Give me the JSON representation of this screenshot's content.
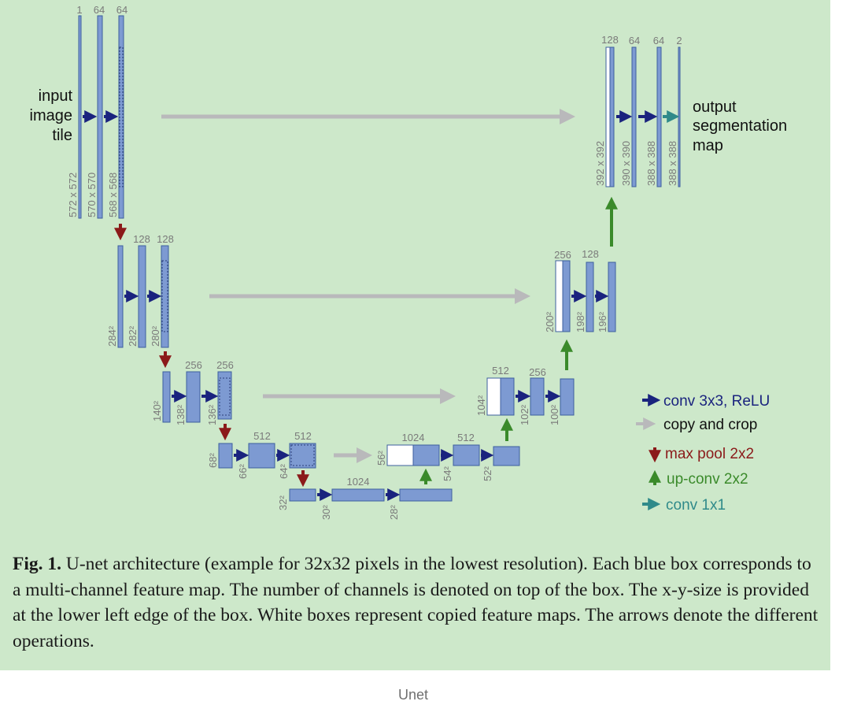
{
  "colors": {
    "panel": "#cde8ca",
    "box_fill": "#7d9ad2",
    "box_stroke": "#3d5f9f",
    "conv": "#1a237e",
    "copy": "#b9b9bb",
    "pool": "#8b1a1a",
    "upconv": "#3a8a2a",
    "conv1x1": "#2f8a8a",
    "label_gray": "#7a7a7a"
  },
  "input_label": [
    "input",
    "image",
    "tile"
  ],
  "output_label": [
    "output",
    "segmentation",
    "map"
  ],
  "channel_labels": [
    {
      "text": "1"
    },
    {
      "text": "64"
    },
    {
      "text": "64"
    },
    {
      "text": "128"
    },
    {
      "text": "128"
    },
    {
      "text": "256"
    },
    {
      "text": "256"
    },
    {
      "text": "512"
    },
    {
      "text": "512"
    },
    {
      "text": "1024"
    },
    {
      "text": "1024"
    },
    {
      "text": "512"
    },
    {
      "text": "512"
    },
    {
      "text": "256"
    },
    {
      "text": "256"
    },
    {
      "text": "128"
    },
    {
      "text": "128"
    },
    {
      "text": "64"
    },
    {
      "text": "64"
    },
    {
      "text": "2"
    }
  ],
  "size_labels": [
    {
      "text": "572 x 572"
    },
    {
      "text": "570 x 570"
    },
    {
      "text": "568 x 568"
    },
    {
      "text": "284²"
    },
    {
      "text": "282²"
    },
    {
      "text": "280²"
    },
    {
      "text": "140²"
    },
    {
      "text": "138²"
    },
    {
      "text": "136²"
    },
    {
      "text": "68²"
    },
    {
      "text": "66²"
    },
    {
      "text": "64²"
    },
    {
      "text": "32²"
    },
    {
      "text": "30²"
    },
    {
      "text": "28²"
    },
    {
      "text": "56²"
    },
    {
      "text": "54²"
    },
    {
      "text": "52²"
    },
    {
      "text": "104²"
    },
    {
      "text": "102²"
    },
    {
      "text": "100²"
    },
    {
      "text": "200²"
    },
    {
      "text": "198²"
    },
    {
      "text": "196²"
    },
    {
      "text": "392 x 392"
    },
    {
      "text": "390 x 390"
    },
    {
      "text": "388 x 388"
    },
    {
      "text": "388 x 388"
    }
  ],
  "legend": [
    {
      "key": "conv",
      "text": "conv 3x3, ReLU"
    },
    {
      "key": "copy",
      "text": "copy and crop"
    },
    {
      "key": "pool",
      "text": "max pool 2x2"
    },
    {
      "key": "upconv",
      "text": "up-conv 2x2"
    },
    {
      "key": "conv1x1",
      "text": "conv 1x1"
    }
  ],
  "caption": {
    "label": "Fig. 1.",
    "text": " U-net architecture (example for 32x32 pixels in the lowest resolution). Each blue box corresponds to a multi-channel feature map. The number of channels is denoted on top of the box. The x-y-size is provided at the lower left edge of the box. White boxes represent copied feature maps. The arrows denote the different operations."
  },
  "page_caption": "Unet"
}
